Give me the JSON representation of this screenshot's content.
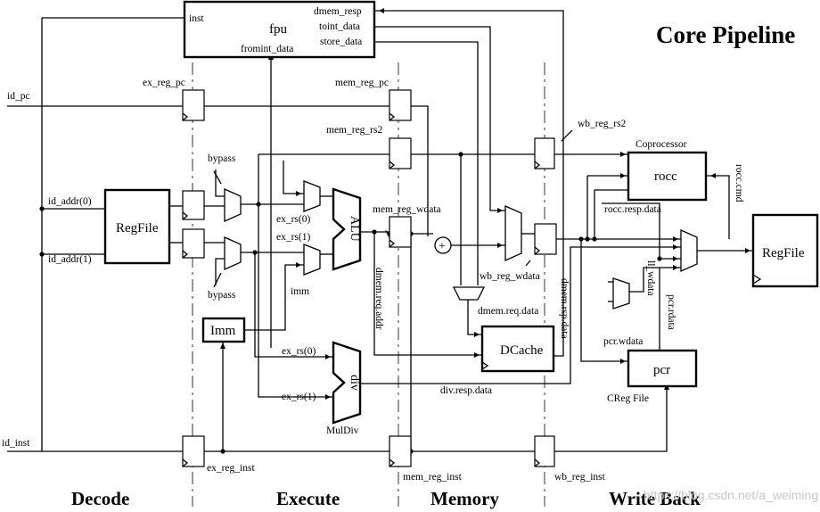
{
  "title": "Core Pipeline",
  "stages": [
    "Decode",
    "Execute",
    "Memory",
    "Write Back"
  ],
  "units": {
    "fpu": "fpu",
    "regfile_decode": "RegFile",
    "regfile_wb": "RegFile",
    "imm": "Imm",
    "alu": "ALU",
    "div": "div",
    "dcache": "DCache",
    "rocc": "rocc",
    "pcr": "pcr",
    "coprocessor": "Coprocessor",
    "creg_file": "CReg File",
    "muldiv": "MulDiv",
    "adder": "+"
  },
  "fpu_ports": {
    "inst": "inst",
    "dmem_resp": "dmem_resp",
    "toint_data": "toint_data",
    "store_data": "store_data",
    "fromint_data": "fromint_data"
  },
  "signals": {
    "id_pc": "id_pc",
    "id_addr0": "id_addr(0)",
    "id_addr1": "id_addr(1)",
    "id_inst": "id_inst",
    "ex_reg_pc": "ex_reg_pc",
    "ex_reg_inst": "ex_reg_inst",
    "bypass_top": "bypass",
    "bypass_bottom": "bypass",
    "ex_rs0_alu": "ex_rs(0)",
    "ex_rs1_alu": "ex_rs(1)",
    "imm": "imm",
    "ex_rs0_div": "ex_rs(0)",
    "ex_rs1_div": "ex_rs(1)",
    "mem_reg_pc": "mem_reg_pc",
    "mem_reg_rs2": "mem_reg_rs2",
    "mem_reg_wdata": "mem_reg_wdata",
    "mem_reg_inst": "mem_reg_inst",
    "dmem_req_addr": "dmem.req.addr",
    "dmem_req_data": "dmem.req.data",
    "dmem_resp_data": "dmem.rsp.data",
    "div_resp_data": "div.resp.data",
    "wb_reg_rs2": "wb_reg_rs2",
    "wb_reg_wdata": "wb_reg_wdata",
    "wb_reg_inst": "wb_reg_inst",
    "rocc_resp_data": "rocc.resp.data",
    "rocc_cmd": "rocc.cmd",
    "ll_wdata": "ll_wdata",
    "pcr_rdata": "pcr.rdata",
    "pcr_wdata": "pcr.wdata"
  },
  "watermark": "https://blog.csdn.net/a_weiming"
}
